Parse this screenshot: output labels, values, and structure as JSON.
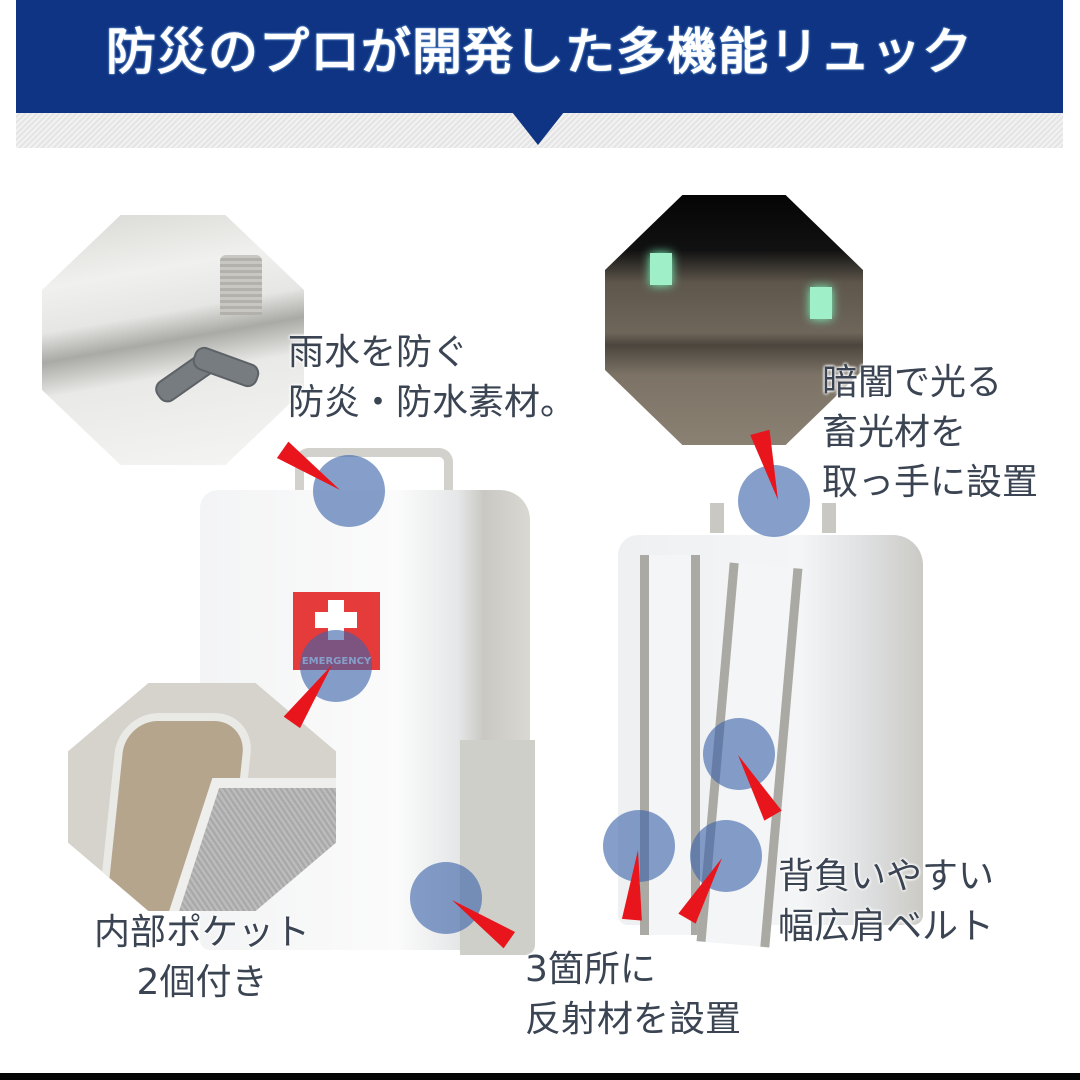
{
  "header": {
    "title": "防災のプロが開発した多機能リュック",
    "background_color": "#0e3483"
  },
  "features": [
    {
      "id": "waterproof",
      "lines": [
        "雨水を防ぐ",
        "防炎・防水素材。"
      ]
    },
    {
      "id": "luminous",
      "lines": [
        "暗闇で光る",
        "畜光材を",
        "取っ手に設置"
      ]
    },
    {
      "id": "inner-pocket",
      "lines": [
        "内部ポケット",
        "2個付き"
      ]
    },
    {
      "id": "reflector",
      "lines": [
        "3箇所に",
        "反射材を設置"
      ]
    },
    {
      "id": "shoulder-belt",
      "lines": [
        "背負いやすい",
        "幅広肩ベルト"
      ]
    }
  ],
  "product": {
    "patch_text": "EMERGENCY",
    "patch_color": "#e53b3b"
  },
  "callout_colors": {
    "dot": "#3c64aa",
    "pointer": "#e8161c"
  }
}
